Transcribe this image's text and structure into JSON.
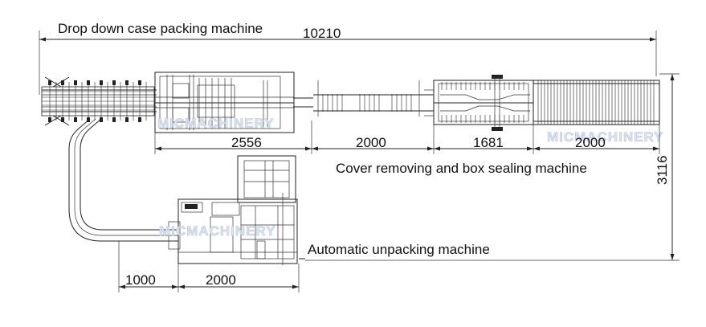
{
  "labels": {
    "drop_down": "Drop down case packing machine",
    "cover_removing": "Cover removing and box sealing machine",
    "automatic_unpacking": "Automatic unpacking machine"
  },
  "dimensions": {
    "overall_length": "10210",
    "overall_height": "3116",
    "packer_length": "2556",
    "conveyor_length": "2000",
    "sealer_length": "1681",
    "roller_conveyor_length": "2000",
    "curve_offset": "1000",
    "unpacker_length": "2000"
  },
  "watermark": {
    "text": "MICMACHINERY",
    "text_partial": "MICMACHINERY"
  },
  "colors": {
    "line": "#222222",
    "watermark_fill": "#dde4f2"
  }
}
